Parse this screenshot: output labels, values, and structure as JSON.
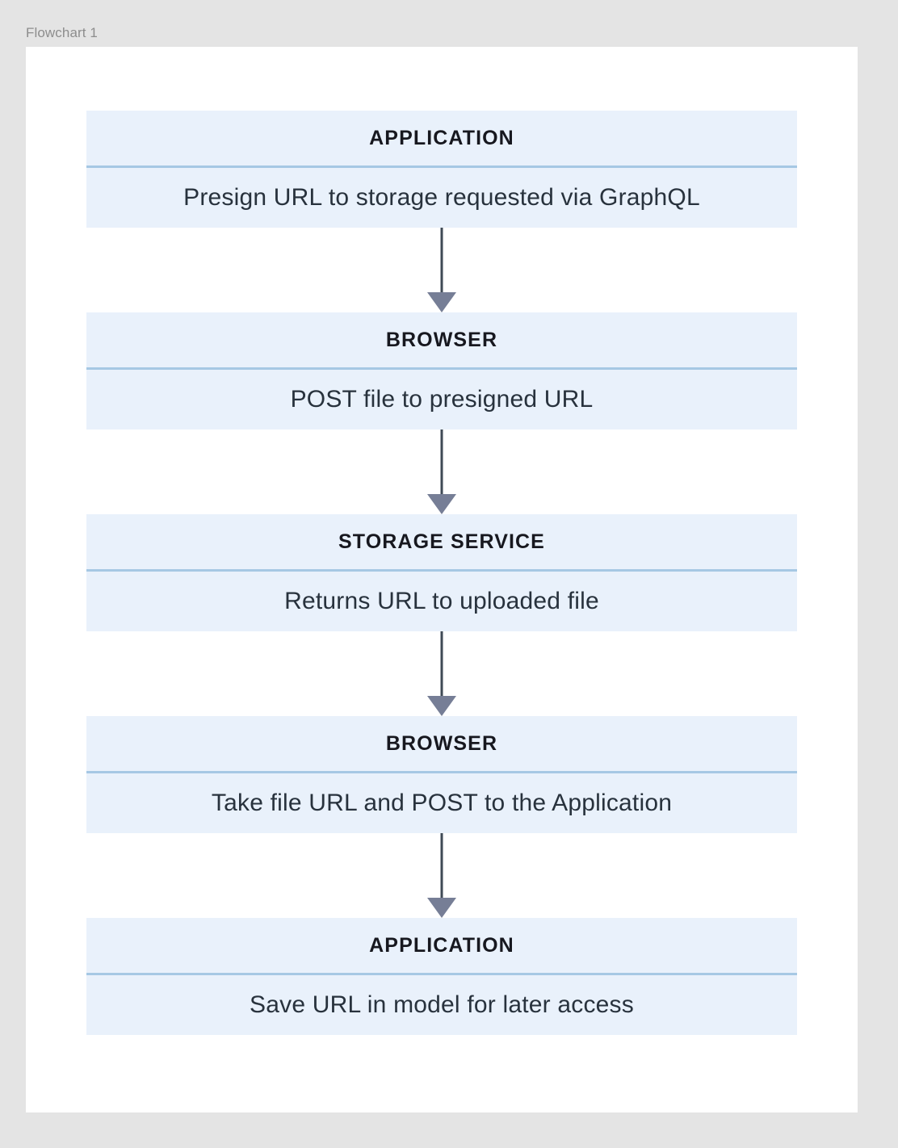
{
  "caption": "Flowchart 1",
  "colors": {
    "page_background": "#e4e4e4",
    "canvas_background": "#ffffff",
    "node_background": "#e9f1fb",
    "node_divider": "#a6c8e4",
    "connector_line": "#3f4a55",
    "connector_arrowhead": "#767e96",
    "header_text": "#17181f",
    "body_text": "#28323d",
    "caption_text": "#8d8d8d"
  },
  "flow": {
    "nodes": [
      {
        "header": "APPLICATION",
        "body": "Presign URL to storage  requested via GraphQL"
      },
      {
        "header": "BROWSER",
        "body": "POST file to presigned  URL"
      },
      {
        "header": "STORAGE SERVICE",
        "body": "Returns URL to  uploaded file"
      },
      {
        "header": "BROWSER",
        "body": "Take file URL and POST  to the Application"
      },
      {
        "header": "APPLICATION",
        "body": "Save URL in model for  later access"
      }
    ]
  }
}
